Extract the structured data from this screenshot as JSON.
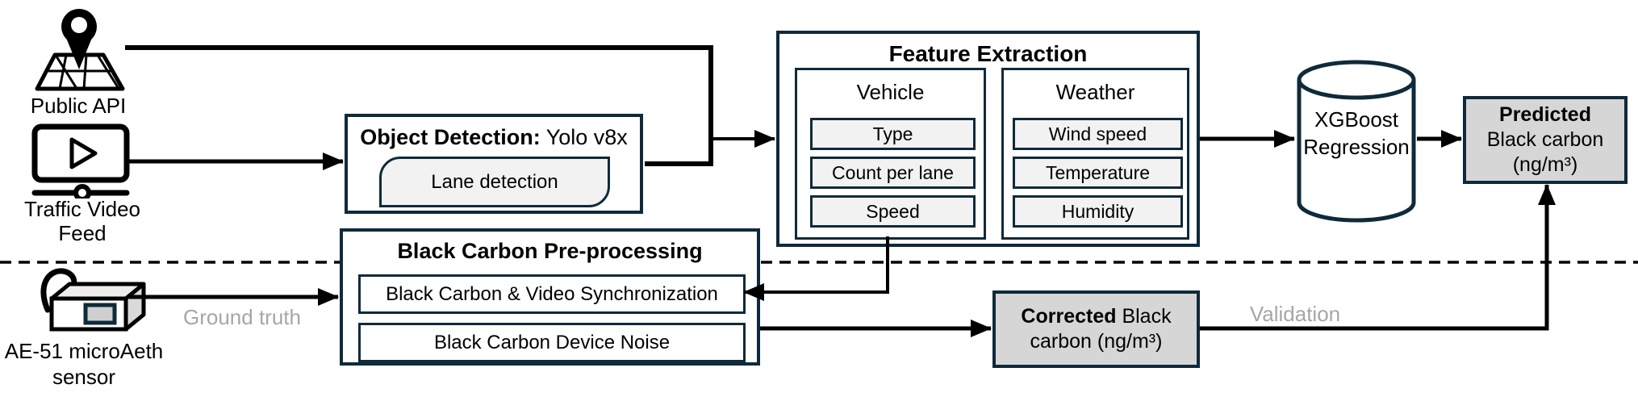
{
  "sources": {
    "public_api": {
      "label": "Public API",
      "icon": "map-pin-icon"
    },
    "traffic_video": {
      "label": "Traffic Video Feed",
      "icon": "video-player-icon"
    },
    "sensor": {
      "label_line1": "AE-51 microAeth",
      "label_line2": "sensor",
      "icon": "aethalometer-device-icon"
    }
  },
  "object_detection": {
    "title_bold": "Object Detection:",
    "title_regular": " Yolo v8x",
    "chip_label": "Lane detection"
  },
  "feature_extraction": {
    "title": "Feature Extraction",
    "groups": [
      {
        "title": "Vehicle",
        "items": [
          "Type",
          "Count per lane",
          "Speed"
        ]
      },
      {
        "title": "Weather",
        "items": [
          "Wind speed",
          "Temperature",
          "Humidity"
        ]
      }
    ]
  },
  "preprocessing": {
    "title": "Black Carbon Pre-processing",
    "steps": [
      "Black Carbon & Video Synchronization",
      "Black Carbon Device Noise"
    ]
  },
  "model": {
    "line1": "XGBoost",
    "line2": "Regression",
    "icon": "database-cylinder-icon"
  },
  "outputs": {
    "predicted": {
      "line1_bold": "Predicted",
      "line2": "Black carbon",
      "line3": "(ng/m³)"
    },
    "corrected": {
      "line1_bold": "Corrected",
      "line1_regular": " Black",
      "line2": "carbon (ng/m³)"
    }
  },
  "edge_labels": {
    "ground_truth": "Ground truth",
    "validation": "Validation"
  },
  "colors": {
    "box_border": "#0f2a3a",
    "chip_fill": "#f2f2f2",
    "result_fill": "#d6d6d6",
    "muted_label": "#a6a6a6",
    "line": "#000000",
    "background": "#ffffff"
  }
}
